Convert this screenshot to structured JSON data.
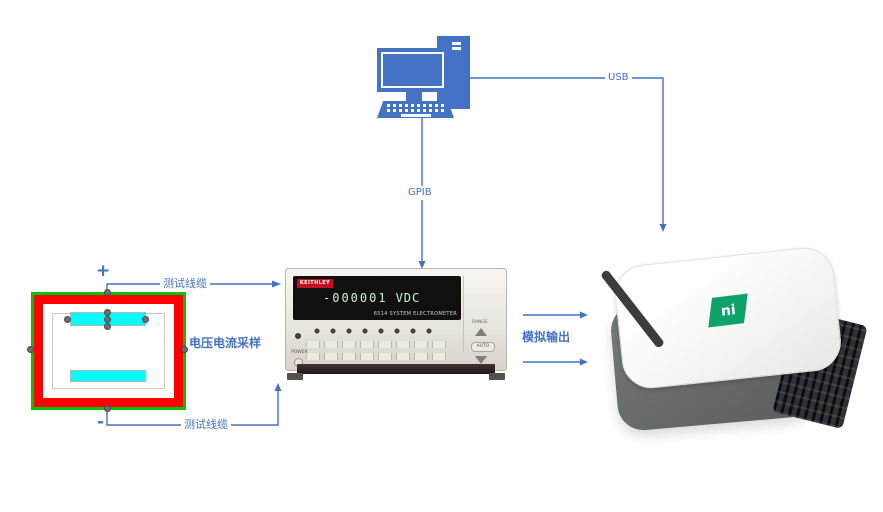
{
  "diagram": {
    "labels": {
      "usb": "USB",
      "gpib": "GPIB",
      "test_cable_top": "测试线缆",
      "test_cable_bottom": "测试线缆",
      "sampling": "电压电流采样",
      "analog_output": "模拟输出",
      "plus": "+",
      "minus": "-"
    },
    "instrument": {
      "brand": "KEITHLEY",
      "model_label": "6514 SYSTEM ELECTROMETER",
      "display_value": "-000001",
      "display_unit": "VDC",
      "power_label": "POWER",
      "range_label": "RANGE",
      "auto_label": "AUTO"
    },
    "daq": {
      "logo_text": "ni"
    },
    "colors": {
      "connector_blue": "#4472C4",
      "fixture_green": "#00C400",
      "fixture_red": "#FF0000",
      "electrode_cyan": "#00FFFF",
      "ni_green": "#10A26B",
      "display_green": "#C9F5CD"
    }
  }
}
